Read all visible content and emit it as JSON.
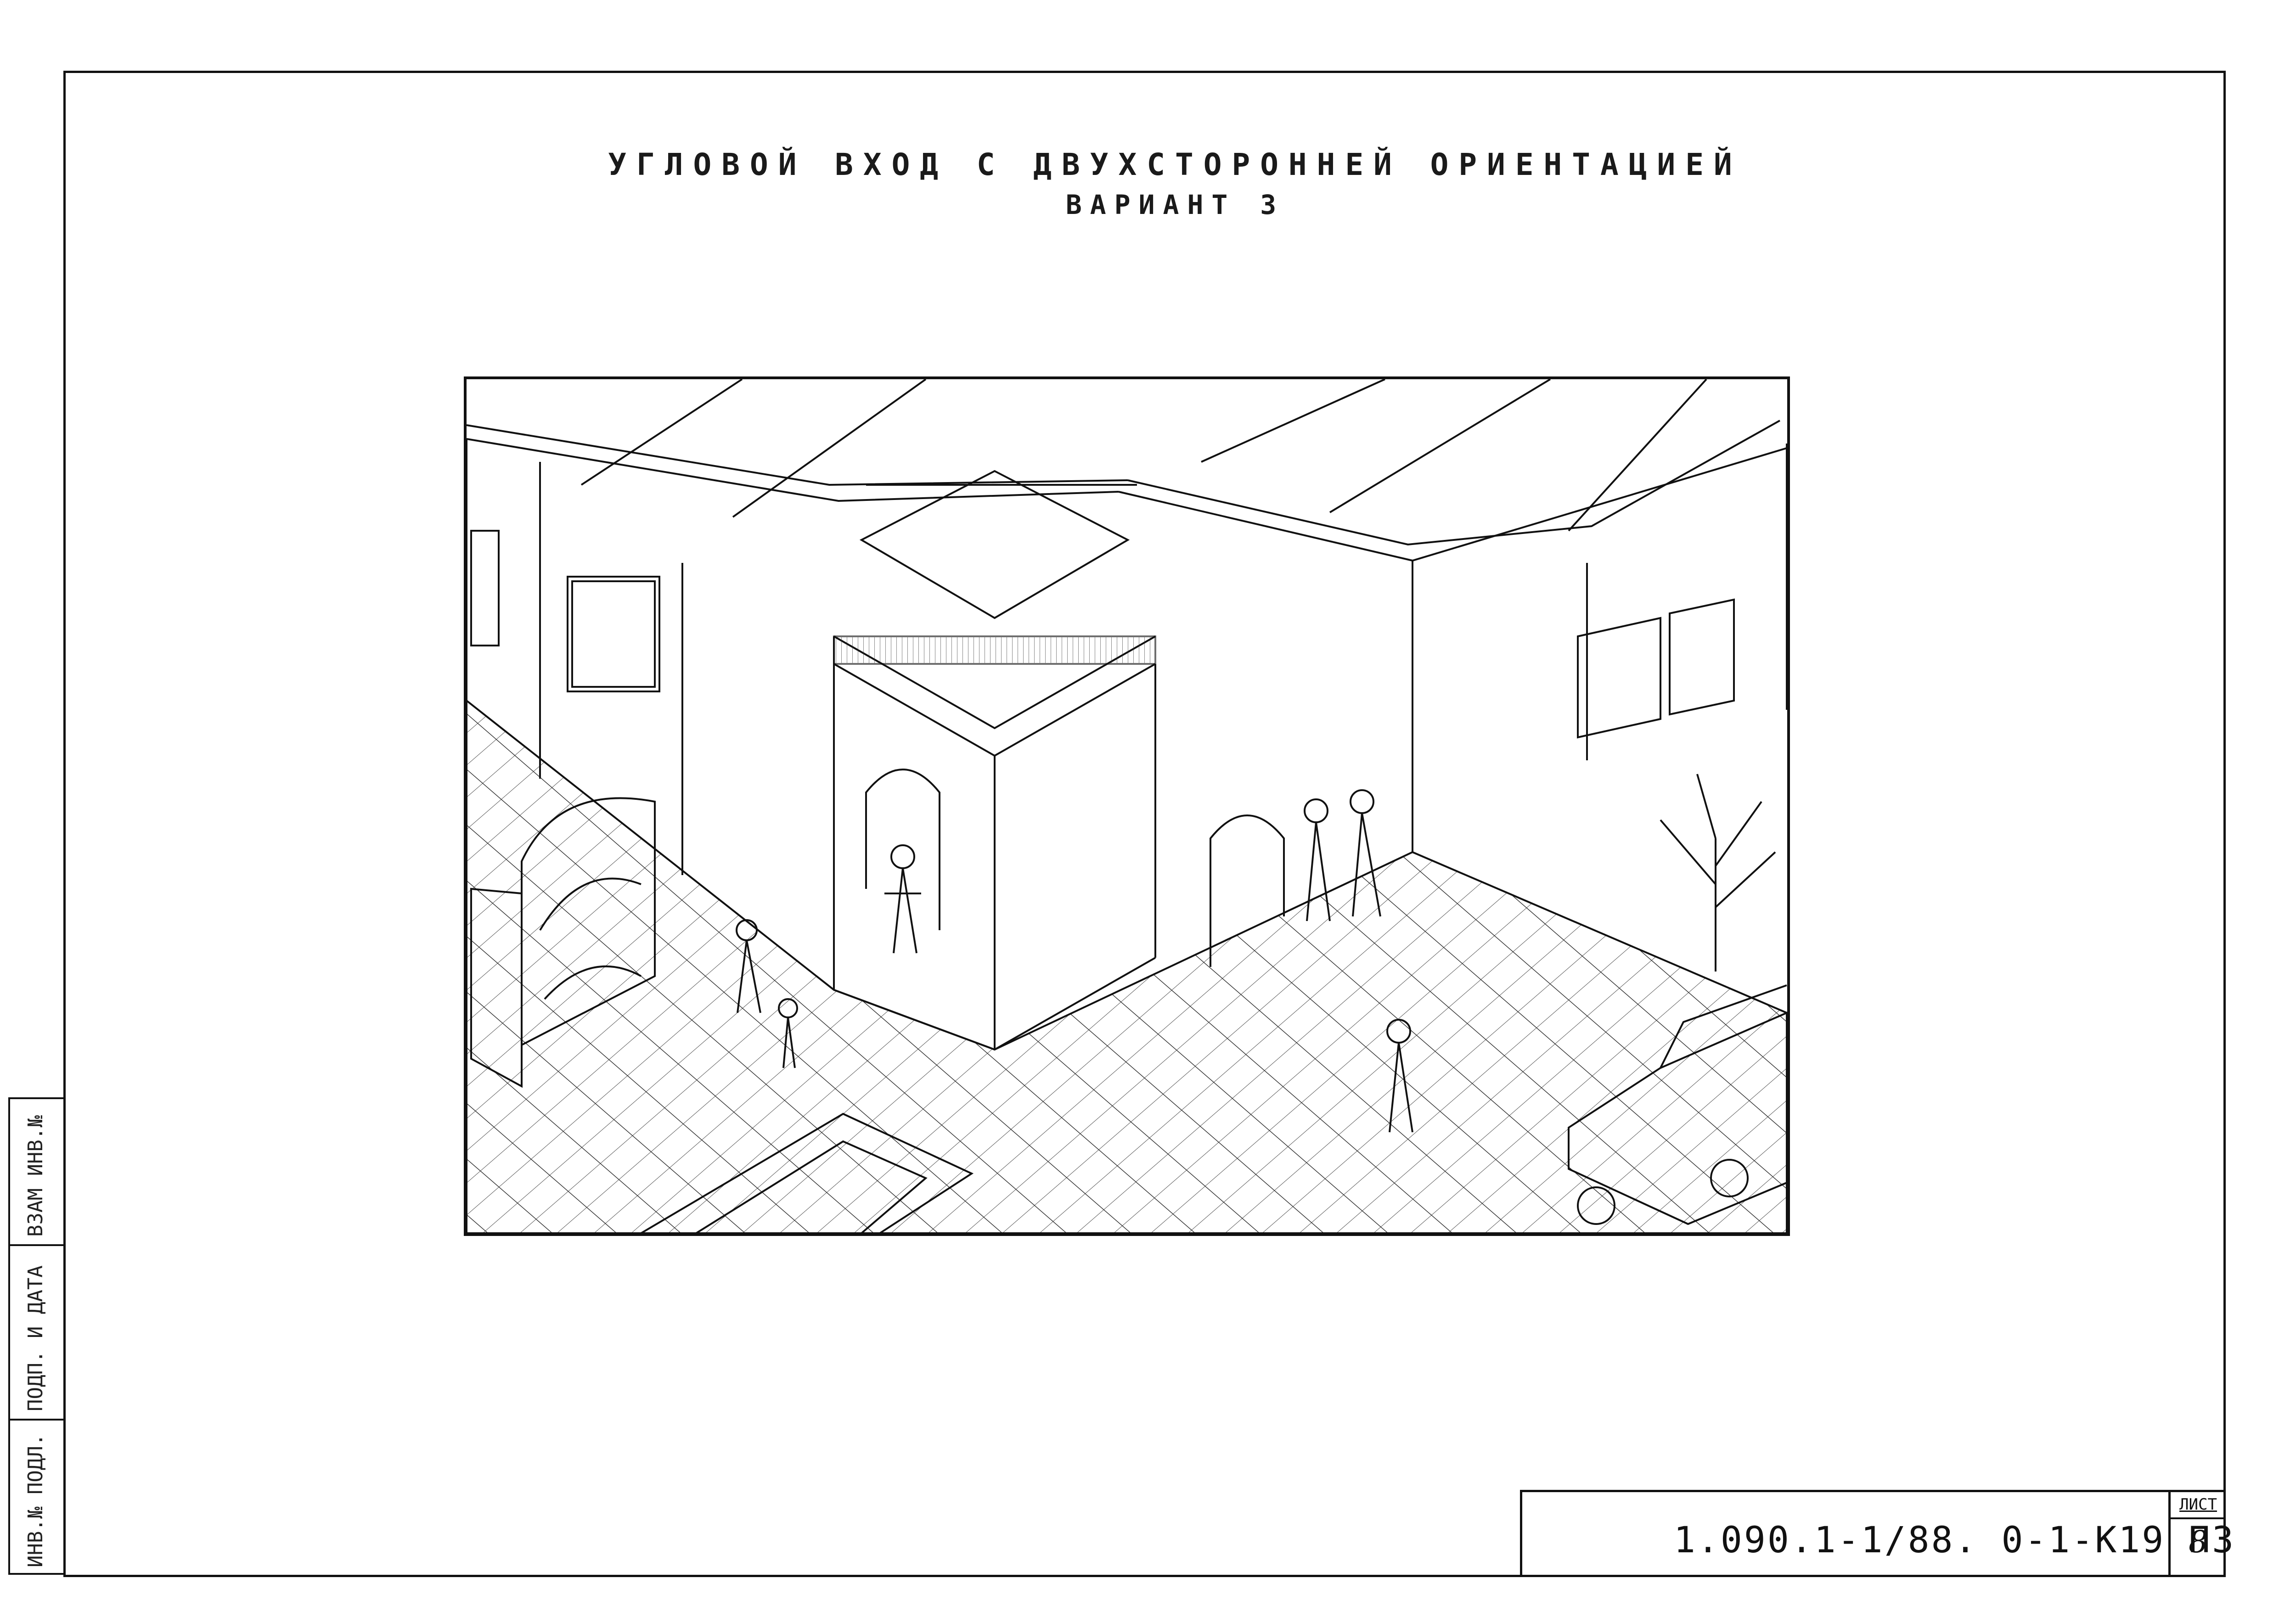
{
  "drawing": {
    "title": "УГЛОВОЙ ВХОД С ДВУХСТОРОННЕЙ ОРИЕНТАЦИЕЙ",
    "subtitle": "ВАРИАНТ 3"
  },
  "side_stamp": {
    "cells": [
      "ИНВ.№ ПОДЛ.",
      "ПОДП. И ДАТА",
      "ВЗАМ ИНВ.№"
    ]
  },
  "title_block": {
    "document_code": "1.090.1-1/88. 0-1-К19 ПЗ",
    "sheet_label": "ЛИСТ",
    "sheet_number": "8"
  }
}
